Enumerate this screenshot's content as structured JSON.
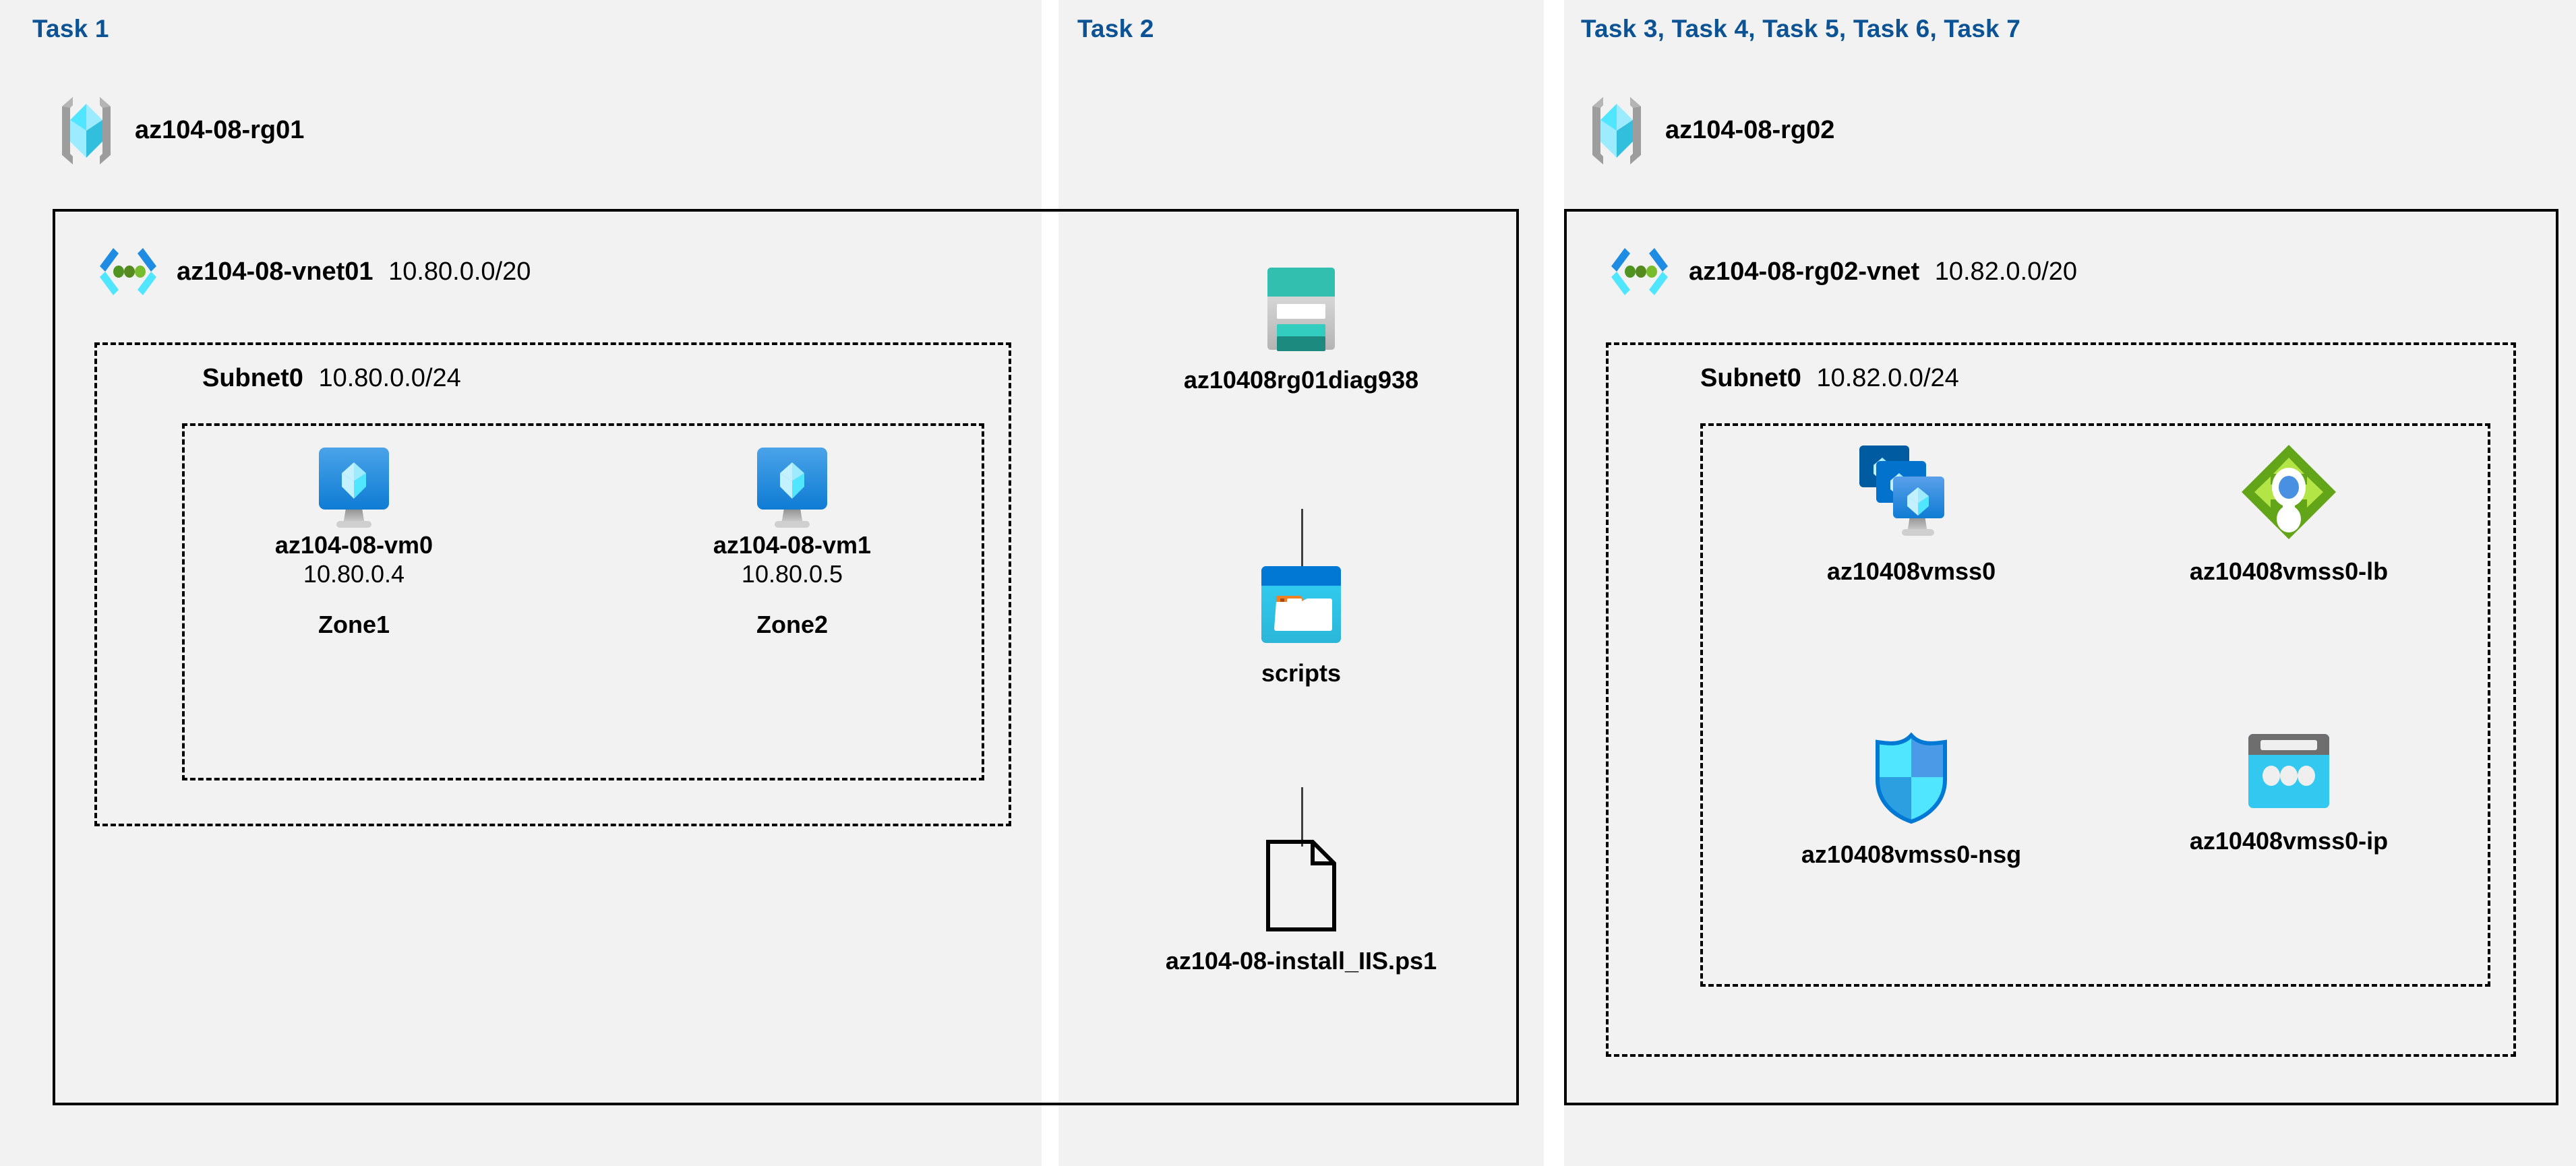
{
  "panels": [
    {
      "id": "task1",
      "label": "Task 1"
    },
    {
      "id": "task2",
      "label": "Task 2"
    },
    {
      "id": "task3",
      "label": "Task 3, Task 4, Task 5, Task 6, Task 7"
    }
  ],
  "task1": {
    "label": "Task 1",
    "resource_group": {
      "name": "az104-08-rg01",
      "icon": "resource-group-icon"
    },
    "vnet": {
      "name": "az104-08-vnet01",
      "cidr": "10.80.0.0/20",
      "icon": "virtual-network-icon"
    },
    "subnet": {
      "name": "Subnet0",
      "cidr": "10.80.0.0/24"
    },
    "vms": [
      {
        "name": "az104-08-vm0",
        "ip": "10.80.0.4",
        "zone": "Zone1",
        "icon": "virtual-machine-icon"
      },
      {
        "name": "az104-08-vm1",
        "ip": "10.80.0.5",
        "zone": "Zone2",
        "icon": "virtual-machine-icon"
      }
    ]
  },
  "task2": {
    "label": "Task 2",
    "items": [
      {
        "name": "az10408rg01diag938",
        "icon": "storage-account-icon"
      },
      {
        "name": "scripts",
        "icon": "blob-container-icon"
      },
      {
        "name": "az104-08-install_IIS.ps1",
        "icon": "script-file-icon"
      }
    ]
  },
  "task3": {
    "label": "Task 3, Task 4, Task 5, Task 6, Task 7",
    "resource_group": {
      "name": "az104-08-rg02",
      "icon": "resource-group-icon"
    },
    "vnet": {
      "name": "az104-08-rg02-vnet",
      "cidr": "10.82.0.0/20",
      "icon": "virtual-network-icon"
    },
    "subnet": {
      "name": "Subnet0",
      "cidr": "10.82.0.0/24"
    },
    "resources": [
      {
        "name": "az10408vmss0",
        "icon": "vm-scale-set-icon"
      },
      {
        "name": "az10408vmss0-lb",
        "icon": "load-balancer-icon"
      },
      {
        "name": "az10408vmss0-nsg",
        "icon": "network-security-group-icon"
      },
      {
        "name": "az10408vmss0-ip",
        "icon": "public-ip-address-icon"
      }
    ]
  },
  "colors": {
    "task_label": "#0b5394",
    "panel_background": "#f2f2f2",
    "page_background": "#ffffff",
    "border": "#000000",
    "resource_group_cube": "#50e6ff",
    "resource_group_bracket": "#a0a0a0",
    "vnet_bracket": "#1e8ce3",
    "vnet_dot": "#5e9624",
    "vm_screen": "#2b8fe0",
    "storage_header": "#32bfb0",
    "blob_titlebar": "#0078d4",
    "blob_body": "#32c8f0",
    "folder_tab": "#f08022",
    "lb_diamond": "#63a518",
    "lb_center": "#4a90e2",
    "nsg_shield": "#32d2f0",
    "pip_body": "#32c8f0",
    "pip_header": "#6e6e6e"
  }
}
